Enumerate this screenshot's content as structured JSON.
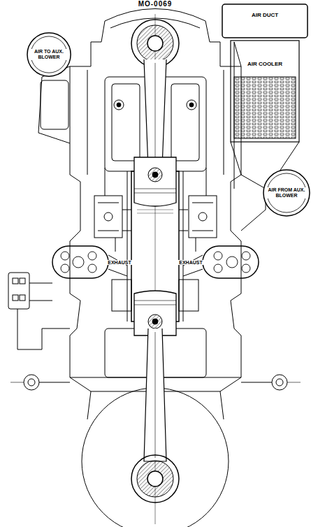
{
  "diagram": {
    "title": "MO-0069",
    "nodes": [
      {
        "text": [
          "AIR TO AUX. BLOWER"
        ]
      },
      {
        "text": [
          "AIR DUCT"
        ]
      },
      {
        "text": [
          "AIR COOLER"
        ]
      },
      {
        "text": [
          "AIR FROM AUX. BLOWER"
        ]
      }
    ],
    "labels": [
      "EXHAUST",
      "EXHAUST"
    ]
  }
}
